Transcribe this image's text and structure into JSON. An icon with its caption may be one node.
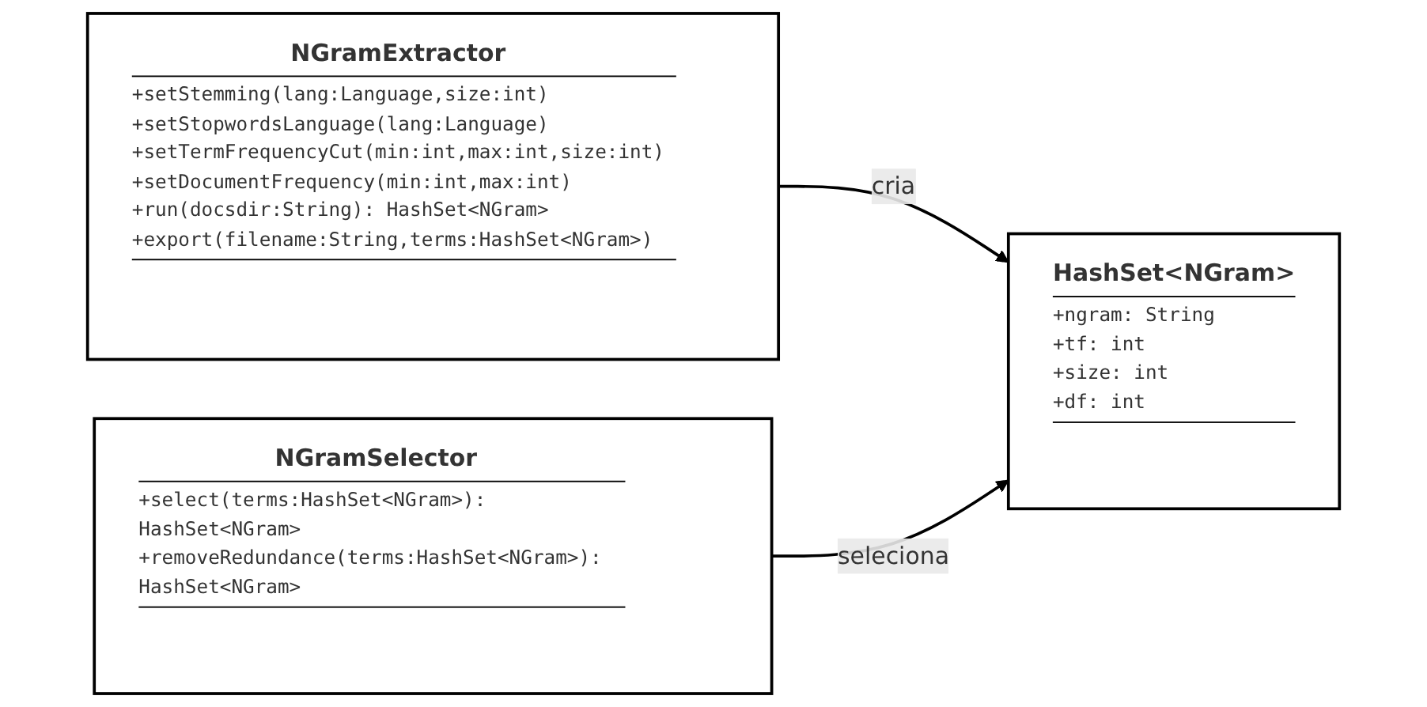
{
  "diagram": {
    "nodes": [
      {
        "text": [
          "NGramExtractor",
          "+setStemming(lang:Language,size:int)",
          "+setStopwordsLanguage(lang:Language)",
          "+setTermFrequencyCut(min:int,max:int,size:int)",
          "+setDocumentFrequency(min:int,max:int)",
          "+run(docsdir:String): HashSet<NGram>",
          "+export(filename:String,terms:HashSet<NGram>)"
        ]
      },
      {
        "text": [
          "HashSet<NGram>",
          "+ngram: String",
          "+tf: int",
          "+size: int",
          "+df: int"
        ]
      },
      {
        "text": [
          "NGramSelector",
          "+select(terms:HashSet<NGram>): HashSet<NGram>",
          "+removeRedundance(terms:HashSet<NGram>): HashSet<NGram>"
        ]
      }
    ],
    "edges": [
      {
        "from": 0,
        "to": 1,
        "arrow": "to",
        "label": "cria"
      },
      {
        "from": 2,
        "to": 1,
        "arrow": "to",
        "label": "seleciona"
      }
    ]
  }
}
